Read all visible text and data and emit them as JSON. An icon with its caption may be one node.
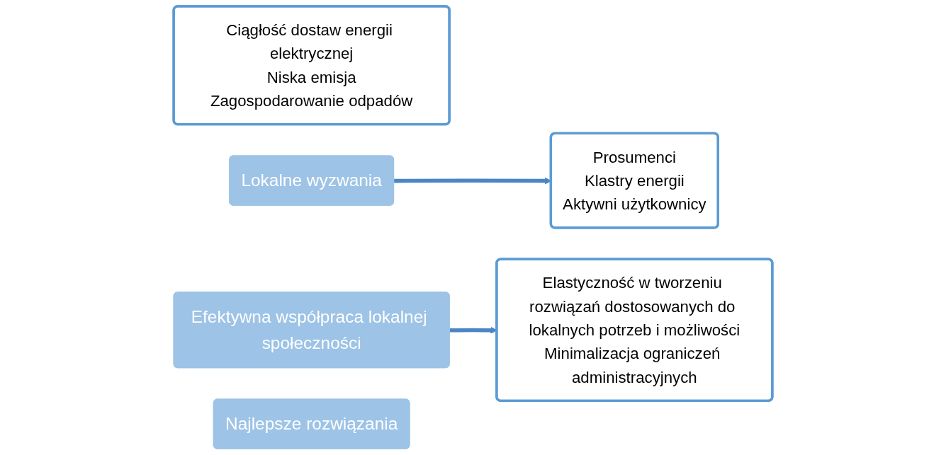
{
  "diagram": {
    "nodes": [
      {
        "text": [
          "Ciągłość dostaw energii elektrycznej",
          "Niska emisja",
          "Zagospodarowanie odpadów"
        ]
      },
      {
        "text": [
          "Lokalne wyzwania"
        ]
      },
      {
        "text": [
          "Efektywna współpraca lokalnej społeczności"
        ]
      },
      {
        "text": [
          "Prosumenci",
          "Klastry energii",
          "Aktywni użytkownicy"
        ]
      },
      {
        "text": [
          "Elastyczność w tworzeniu rozwiązań dostosowanych do lokalnych potrzeb i możliwości",
          "Minimalizacja ograniczeń administracyjnych"
        ]
      },
      {
        "text": [
          "Najlepsze rozwiązania"
        ]
      }
    ],
    "edges": [
      {
        "from": 1,
        "to": 3,
        "arrow": "to"
      },
      {
        "from": 2,
        "to": 4,
        "arrow": "to"
      }
    ]
  }
}
